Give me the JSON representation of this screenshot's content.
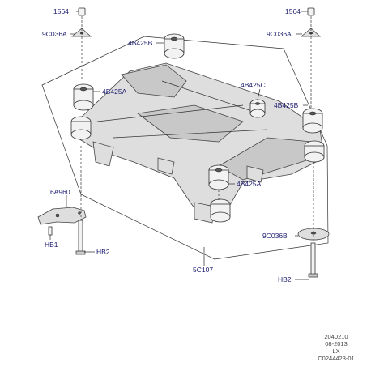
{
  "callouts": {
    "c1564_left": "1564",
    "c9C036A_left": "9C036A",
    "c4B425B_top": "4B425B",
    "c1564_right": "1564",
    "c9C036A_right": "9C036A",
    "c4B425A_left": "4B425A",
    "c4B425C": "4B425C",
    "c4B425B_right": "4B425B",
    "c4B425A_center": "4B425A",
    "c6A960": "6A960",
    "cHB1": "HB1",
    "cHB2_left": "HB2",
    "c9C036B": "9C036B",
    "c5C107": "5C107",
    "cHB2_right": "HB2"
  },
  "info": {
    "line1": "2040210",
    "line2": "08-2013",
    "line3": "LX",
    "line4": "C0244423-01"
  }
}
